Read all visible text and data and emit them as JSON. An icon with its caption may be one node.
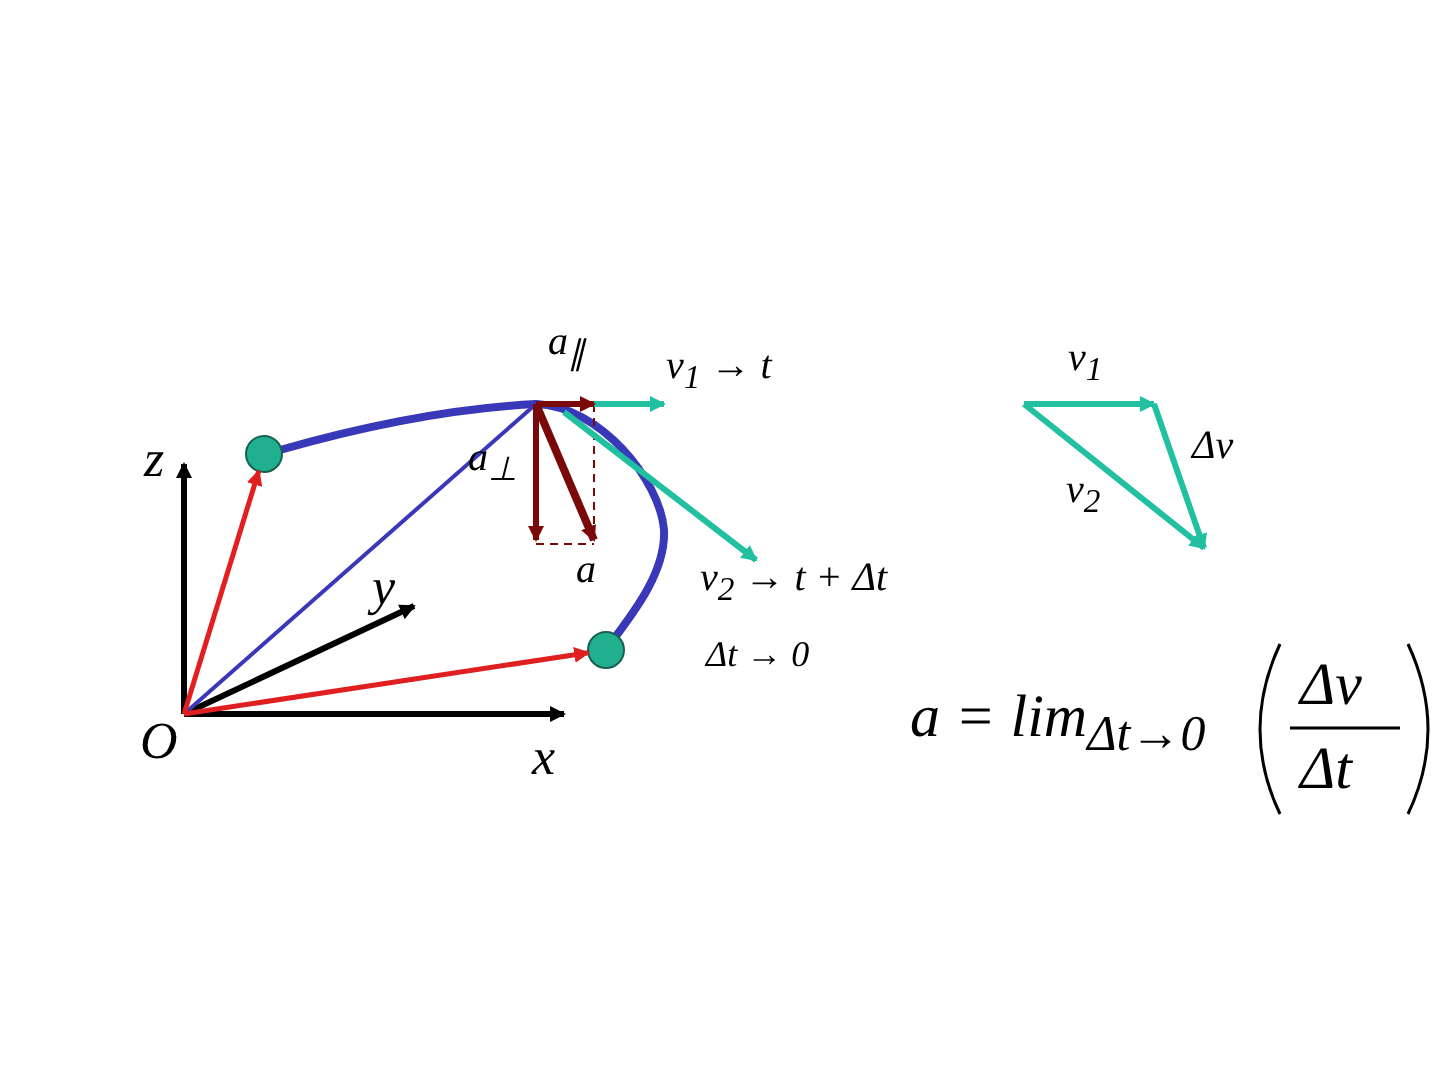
{
  "diagram": {
    "nodes": [
      {
        "text": [
          "O"
        ]
      },
      {
        "text": [],
        "shape": "circle"
      },
      {
        "text": [],
        "shape": "circle"
      }
    ],
    "edges": [
      {
        "from": 0,
        "to": 1,
        "arrow": "to"
      },
      {
        "from": 0,
        "to": 2,
        "arrow": "to"
      }
    ],
    "labels": [
      "a$_{∥}$",
      "v$_{1}$ → t",
      "z",
      "a$_{⊥}$",
      "a",
      "y",
      "v$_{2}$ → t + Δt",
      "Δt → 0",
      "x",
      "v$_{1}$",
      "Δv",
      "v$_{2}$",
      "a = lim$_{Δt→0}$",
      "Δv",
      "Δt"
    ]
  }
}
